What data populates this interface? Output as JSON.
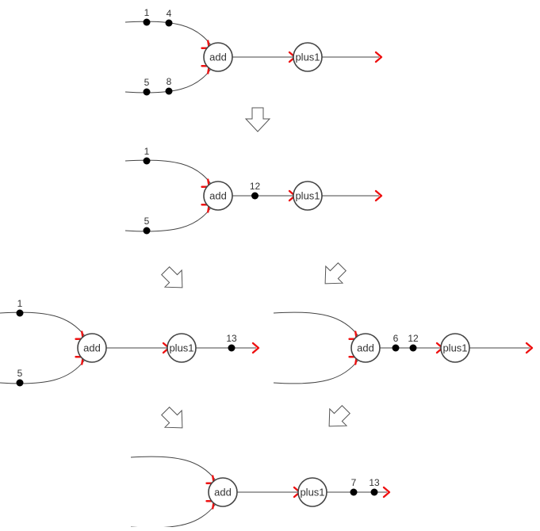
{
  "colors": {
    "wire": "#444444",
    "arrowhead": "#ee1111",
    "token": "#000000",
    "node_fill": "#ffffff"
  },
  "panels": [
    {
      "step": 1,
      "node_a": "add",
      "node_b": "plus1",
      "top_input_tokens": [
        "1",
        "4"
      ],
      "bottom_input_tokens": [
        "5",
        "8"
      ],
      "middle_tokens": [],
      "output_tokens": []
    },
    {
      "step": 2,
      "node_a": "add",
      "node_b": "plus1",
      "top_input_tokens": [
        "1"
      ],
      "bottom_input_tokens": [
        "5"
      ],
      "middle_tokens": [
        "12"
      ],
      "output_tokens": []
    },
    {
      "step": 3,
      "node_a": "add",
      "node_b": "plus1",
      "top_input_tokens": [
        "1"
      ],
      "bottom_input_tokens": [
        "5"
      ],
      "middle_tokens": [],
      "output_tokens": [
        "13"
      ]
    },
    {
      "step": 4,
      "node_a": "add",
      "node_b": "plus1",
      "top_input_tokens": [],
      "bottom_input_tokens": [],
      "middle_tokens": [
        "6",
        "12"
      ],
      "output_tokens": []
    },
    {
      "step": 5,
      "node_a": "add",
      "node_b": "plus1",
      "top_input_tokens": [],
      "bottom_input_tokens": [],
      "middle_tokens": [],
      "output_tokens": [
        "7",
        "13"
      ]
    }
  ],
  "transition_arrows": [
    "down",
    "down-right",
    "down-left",
    "down-right",
    "down-left"
  ]
}
